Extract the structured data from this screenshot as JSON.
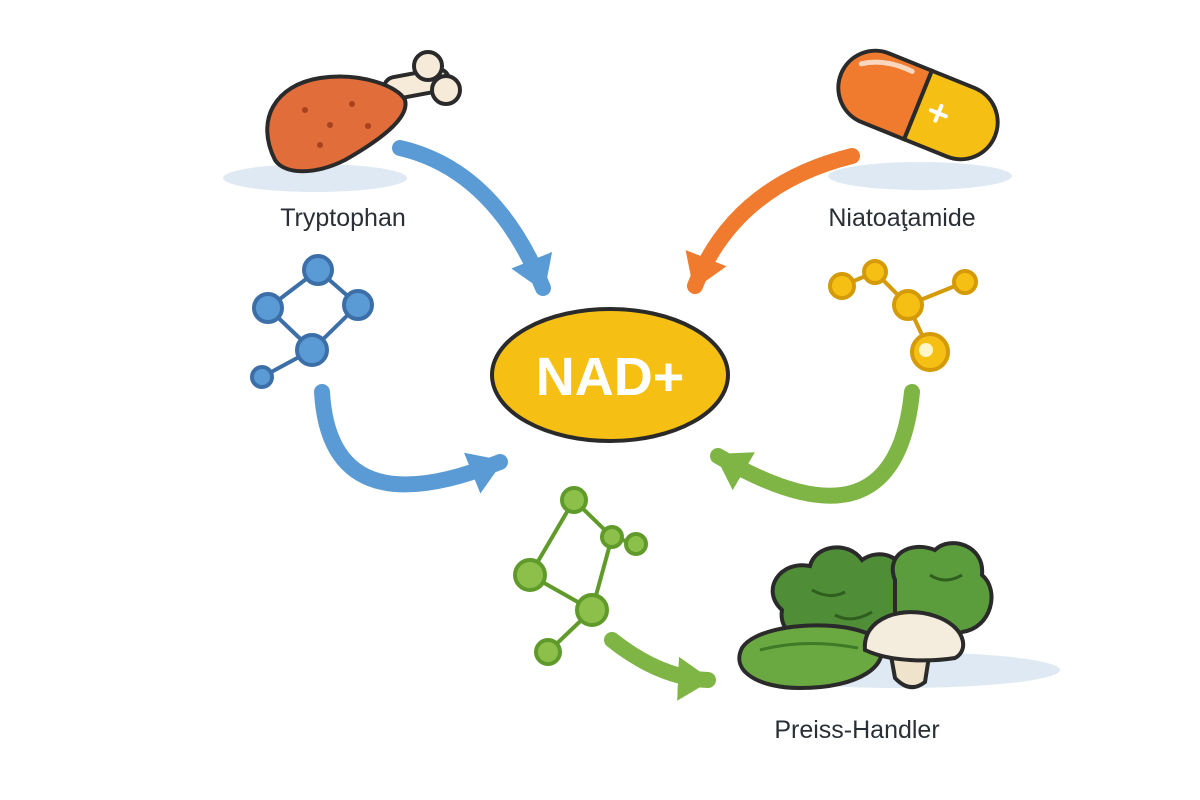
{
  "center": {
    "label": "NAD+"
  },
  "sources": {
    "top_left": {
      "label": "Tryptophan",
      "icon": "chicken-drumstick-icon"
    },
    "top_right": {
      "label": "Niatoaţamide",
      "icon": "capsule-icon"
    },
    "bottom": {
      "label": "Preiss-Handler",
      "icon": "vegetables-icon"
    }
  },
  "molecules": [
    {
      "icon": "blue-molecule-icon"
    },
    {
      "icon": "yellow-molecule-icon"
    },
    {
      "icon": "green-molecule-icon"
    }
  ],
  "colors": {
    "blue": "#5b9bd5",
    "orange": "#f07a2d",
    "green": "#7fb544",
    "center_fill": "#f5c013",
    "center_stroke": "#2a2a2a",
    "meat": "#e06d3a",
    "capsule_orange": "#f07a2d",
    "capsule_yellow": "#f5c013",
    "shadow": "#dfe9f3"
  }
}
